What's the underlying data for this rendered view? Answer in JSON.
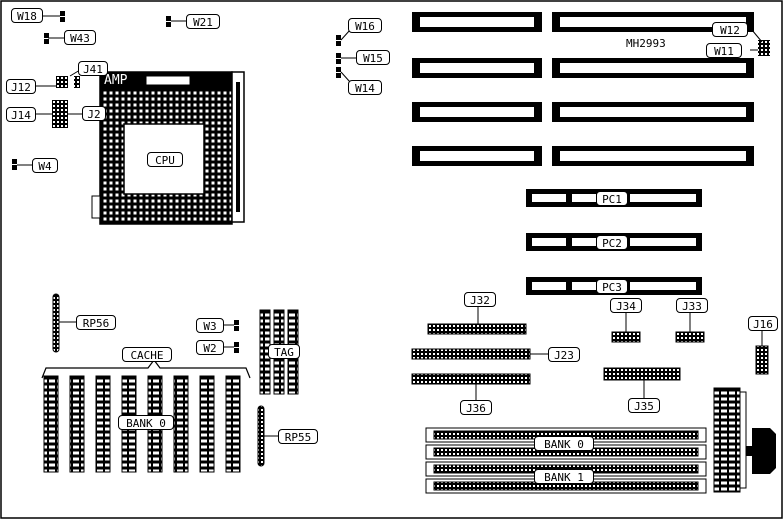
{
  "diagram": {
    "model_code": "MH2993",
    "socket_brand": "AMP",
    "labels": {
      "w18": "W18",
      "w43": "W43",
      "w21": "W21",
      "w16": "W16",
      "w15": "W15",
      "w14": "W14",
      "w12": "W12",
      "w11": "W11",
      "j41": "J41",
      "j12": "J12",
      "j14": "J14",
      "j2": "J2",
      "w4": "W4",
      "cpu": "CPU",
      "pc1": "PC1",
      "pc2": "PC2",
      "pc3": "PC3",
      "rp56": "RP56",
      "w3": "W3",
      "w2": "W2",
      "tag": "TAG",
      "cache": "CACHE",
      "bank0_cache": "BANK 0",
      "rp55": "RP55",
      "j32": "J32",
      "j34": "J34",
      "j33": "J33",
      "j16": "J16",
      "j23": "J23",
      "j36": "J36",
      "j35": "J35",
      "simm_bank0": "BANK 0",
      "simm_bank1": "BANK 1"
    }
  }
}
